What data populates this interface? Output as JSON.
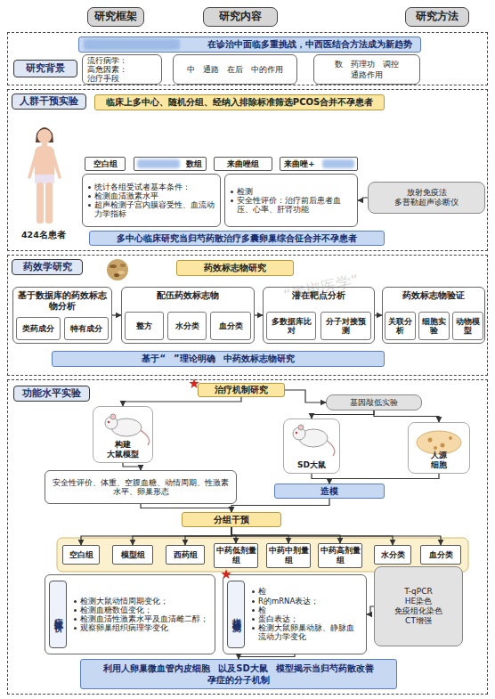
{
  "diagram": {
    "nodes": [
      {
        "text": [
          "研究框架"
        ]
      },
      {
        "text": [
          "研究内容"
        ]
      },
      {
        "text": [
          "研究方法"
        ]
      },
      {
        "text": [
          "研究背景"
        ]
      },
      {
        "text": [
          "在诊治中面临多重挑战，中西医结合方法成为新趋势"
        ],
        "in": 3
      },
      {
        "text": [
          "流行病学：",
          "高危因素：",
          "治疗手段"
        ],
        "in": 3
      },
      {
        "text": [
          "中",
          "通路",
          "在后",
          "中的作用"
        ],
        "in": 3
      },
      {
        "text": [
          "数",
          "药理功",
          "调控",
          "通路作用"
        ],
        "in": 3
      },
      {
        "text": [
          "人群干预实验"
        ]
      },
      {
        "text": [
          "临床上多中心、随机分组、经纳入排除标准筛选PCOS合并不孕患者"
        ],
        "in": 8
      },
      {
        "text": [
          "空白组"
        ],
        "in": 8
      },
      {
        "text": [
          "数组"
        ],
        "in": 8
      },
      {
        "text": [
          "来曲唑组"
        ],
        "in": 8
      },
      {
        "text": [
          "来曲唑+"
        ],
        "in": 8
      },
      {
        "text": [
          "统计各组受试者基本条件：",
          "检测血清激素水平",
          "超声检测子宫内膜容受性、血流动力学指标"
        ],
        "in": 8
      },
      {
        "text": [
          "检测",
          "安全性评价：治疗前后患者血压、心率、肝肾功能"
        ],
        "in": 8
      },
      {
        "text": [
          "放射免疫法",
          "多普勒超声诊断仪"
        ],
        "in": 8
      },
      {
        "text": [
          "多中心临床研究当归芍药散治疗多囊卵巢综合征合并不孕患者"
        ],
        "in": 8
      },
      {
        "text": [
          "药效学研究"
        ]
      },
      {
        "text": [
          "药效标志物研究"
        ],
        "in": 18
      },
      {
        "text": [
          "基于数据库的药效标志物分析"
        ],
        "in": 18
      },
      {
        "text": [
          "类药成分"
        ],
        "in": 20
      },
      {
        "text": [
          "特有成分"
        ],
        "in": 20
      },
      {
        "text": [
          "配伍药效标志物"
        ],
        "in": 18
      },
      {
        "text": [
          "整方"
        ],
        "in": 23
      },
      {
        "text": [
          "水分类"
        ],
        "in": 23
      },
      {
        "text": [
          "血分类"
        ],
        "in": 23
      },
      {
        "text": [
          "潜在靶点分析"
        ],
        "in": 18
      },
      {
        "text": [
          "多数据库比对"
        ],
        "in": 27
      },
      {
        "text": [
          "分子对接预测"
        ],
        "in": 27
      },
      {
        "text": [
          "药效标志物验证"
        ],
        "in": 18
      },
      {
        "text": [
          "关联分析"
        ],
        "in": 30
      },
      {
        "text": [
          "细胞实验"
        ],
        "in": 30
      },
      {
        "text": [
          "动物模型"
        ],
        "in": 30
      },
      {
        "text": [
          "基于“",
          "”理论明确",
          "中药效标志物研究"
        ],
        "in": 18
      },
      {
        "text": [
          "功能水平实验"
        ]
      },
      {
        "text": [
          "治疗机制研究"
        ],
        "in": 35
      },
      {
        "text": [
          "基因敲低实验"
        ],
        "in": 35
      },
      {
        "text": [
          "构建",
          "大鼠模型"
        ],
        "in": 35
      },
      {
        "text": [
          "SD大鼠"
        ],
        "in": 35
      },
      {
        "text": [
          "人源",
          "细胞"
        ],
        "in": 35
      },
      {
        "text": [
          "造模"
        ],
        "in": 35
      },
      {
        "text": [
          "安全性评价、体重、空腹血糖、动情周期、性激素水平、卵巢形态"
        ],
        "in": 35
      },
      {
        "text": [
          "分组干预"
        ],
        "in": 35
      },
      {
        "text": [
          "空白组"
        ],
        "in": 35
      },
      {
        "text": [
          "模型组"
        ],
        "in": 35
      },
      {
        "text": [
          "西药组"
        ],
        "in": 35
      },
      {
        "text": [
          "中药低剂量组"
        ],
        "in": 35
      },
      {
        "text": [
          "中药中剂量组"
        ],
        "in": 35
      },
      {
        "text": [
          "中药高剂量组"
        ],
        "in": 35
      },
      {
        "text": [
          "水分类"
        ],
        "in": 35
      },
      {
        "text": [
          "血分类"
        ],
        "in": 35
      },
      {
        "text": [
          "疗效评价",
          "检测大鼠动情周期变化；",
          "检测血糖数值变化；",
          "检测血清性激素水平及血清雌二醇；",
          "观察卵巢组织病理学变化"
        ],
        "in": 35
      },
      {
        "text": [
          "指标检测",
          "检",
          "R的mRNA表达；",
          "检",
          "蛋白表达；",
          "检测大鼠卵巢动脉、静脉血流动力学变化"
        ],
        "in": 35
      },
      {
        "text": [
          "T-qPCR",
          "HE染色",
          "免疫组化染色",
          "CT增强"
        ],
        "in": 35
      },
      {
        "text": [
          "利用人卵巢微血管内皮细胞",
          "以及SD大鼠",
          "模型揭示当归芍药散改善",
          "孕症的分子机制"
        ],
        "in": 35
      }
    ],
    "edges": [
      {
        "from": 20,
        "to": 23,
        "arrow": "to"
      },
      {
        "from": 23,
        "to": 27,
        "arrow": "to"
      },
      {
        "from": 27,
        "to": 30,
        "arrow": "to"
      },
      {
        "from": 16,
        "to": 15,
        "arrow": "to"
      },
      {
        "from": 36,
        "to": 38,
        "arrow": "to"
      },
      {
        "from": 36,
        "to": 37,
        "arrow": "to"
      },
      {
        "from": 37,
        "to": 39,
        "arrow": "to"
      },
      {
        "from": 37,
        "to": 40,
        "arrow": "to"
      },
      {
        "from": 38,
        "to": 42,
        "arrow": "to"
      },
      {
        "from": 39,
        "to": 41,
        "arrow": "to"
      },
      {
        "from": 40,
        "to": 41,
        "arrow": "to"
      },
      {
        "from": 42,
        "to": 43,
        "arrow": "to"
      },
      {
        "from": 41,
        "to": 43,
        "arrow": "to"
      },
      {
        "from": 43,
        "to": 44,
        "arrow": "to"
      },
      {
        "from": 43,
        "to": 45,
        "arrow": "to"
      },
      {
        "from": 43,
        "to": 46,
        "arrow": "to"
      },
      {
        "from": 43,
        "to": 47,
        "arrow": "to"
      },
      {
        "from": 43,
        "to": 48,
        "arrow": "to"
      },
      {
        "from": 43,
        "to": 49,
        "arrow": "to"
      },
      {
        "from": 43,
        "to": 50,
        "arrow": "to"
      },
      {
        "from": 43,
        "to": 51,
        "arrow": "to"
      },
      {
        "from": 54,
        "to": 53,
        "arrow": "to"
      },
      {
        "from": 53,
        "to": 55,
        "arrow": "to"
      }
    ],
    "labels": [
      "424名患者",
      "“青椒医学”"
    ]
  }
}
